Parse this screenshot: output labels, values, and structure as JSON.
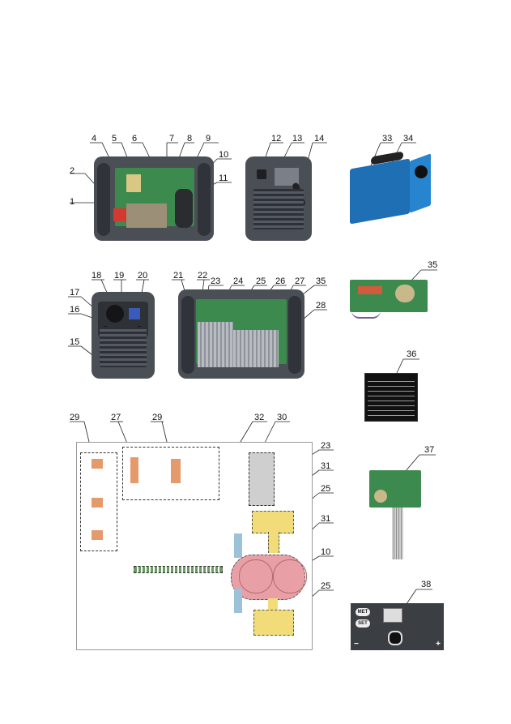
{
  "callouts": {
    "n1": "1",
    "n2": "2",
    "n4": "4",
    "n5": "5",
    "n6": "6",
    "n7": "7",
    "n8": "8",
    "n9": "9",
    "n10": "10",
    "n11": "11",
    "n12": "12",
    "n13": "13",
    "n14": "14",
    "n33": "33",
    "n34": "34",
    "n35a": "35",
    "n18": "18",
    "n19": "19",
    "n20": "20",
    "n17": "17",
    "n16": "16",
    "n15": "15",
    "n21": "21",
    "n22": "22",
    "n23": "23",
    "n24": "24",
    "n25": "25",
    "n26": "26",
    "n27": "27",
    "n35b": "35",
    "n28": "28",
    "n36": "36",
    "n37": "37",
    "n38": "38",
    "s29a": "29",
    "s27": "27",
    "s29b": "29",
    "s32": "32",
    "s30": "30",
    "s23": "23",
    "s31a": "31",
    "s25a": "25",
    "s31b": "31",
    "s10": "10",
    "s25b": "25"
  },
  "panel": {
    "btn_met": "MET",
    "btn_set": "SET",
    "corner_minus": "−",
    "corner_plus": "+"
  },
  "colors": {
    "machine_gray": "#4a4e55",
    "machine_blue": "#1f6fb5",
    "pcb_green": "#3c8a4e",
    "highlight_yellow": "#f2dc7a",
    "highlight_red": "#e8a0a6"
  }
}
